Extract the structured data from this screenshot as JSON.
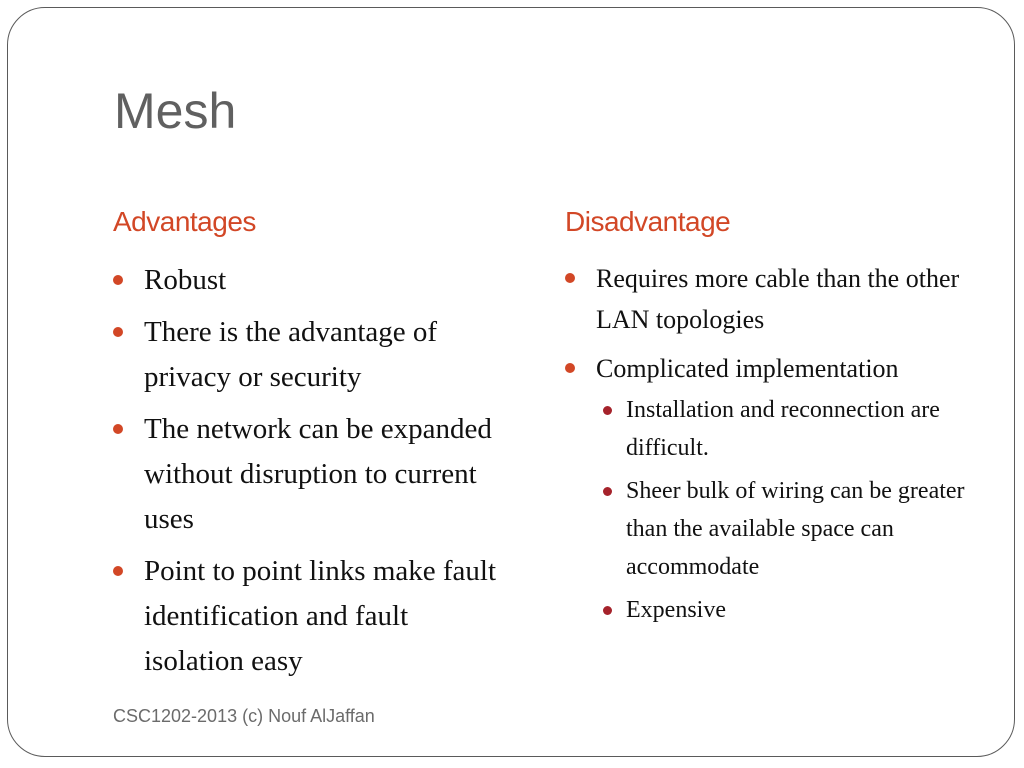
{
  "slide": {
    "title": "Mesh",
    "colors": {
      "title": "#606060",
      "accent": "#d24726",
      "sub_bullet": "#a5232b",
      "body_text": "#111111",
      "footer": "#6b6b6b",
      "frame": "#5a5a5a"
    },
    "left_column": {
      "heading": "Advantages",
      "bullets": [
        {
          "text": "Robust"
        },
        {
          "text": "There is the advantage of privacy or security"
        },
        {
          "text": "The network can be expanded  without disruption to current uses"
        },
        {
          "text": "Point to point links make fault identification and fault isolation easy"
        }
      ]
    },
    "right_column": {
      "heading": "Disadvantage",
      "bullets": [
        {
          "text": "Requires more cable than the other LAN topologies"
        },
        {
          "text": "Complicated implementation",
          "sub_bullets": [
            {
              "text": "Installation and reconnection are difficult."
            },
            {
              "text": "Sheer bulk of wiring can be greater than the available space can accommodate"
            },
            {
              "text": "Expensive"
            }
          ]
        }
      ]
    },
    "footer": "CSC1202-2013 (c) Nouf AlJaffan"
  }
}
